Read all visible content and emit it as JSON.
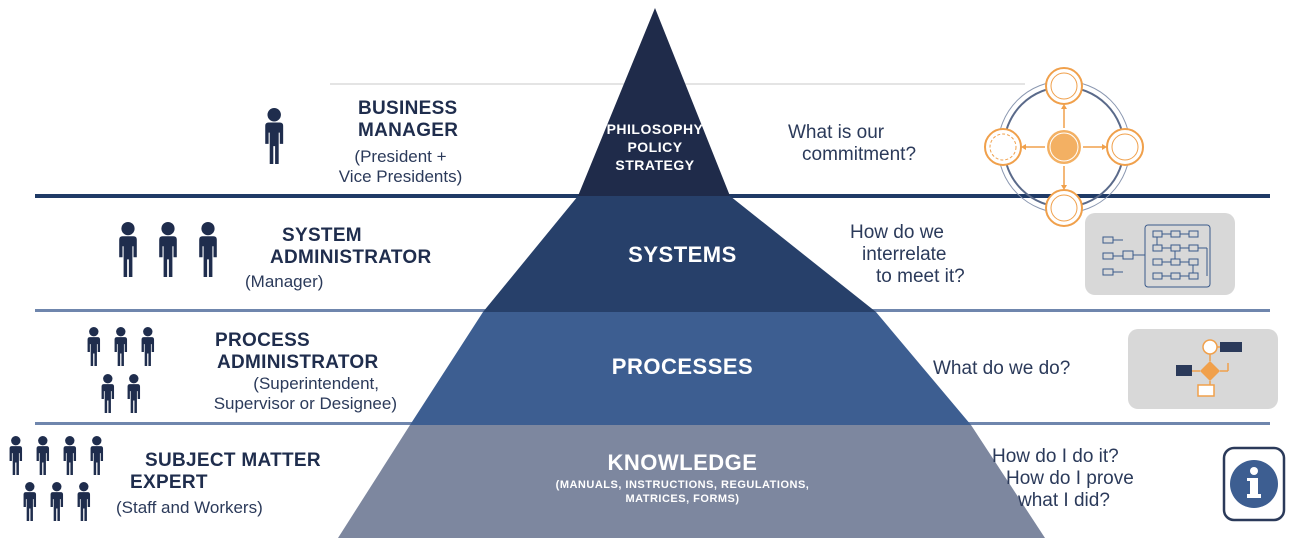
{
  "levels": [
    {
      "role_title_lines": [
        "BUSINESS",
        "MANAGER"
      ],
      "role_sub_lines": [
        "(President +",
        "Vice Presidents)"
      ],
      "tier_lines": [
        "PHILOSOPHY",
        "POLICY",
        "STRATEGY"
      ],
      "question_lines": [
        "What is our",
        "commitment?"
      ],
      "people_count": 1,
      "illustration": "cycle-diagram-icon"
    },
    {
      "role_title_lines": [
        "SYSTEM",
        "ADMINISTRATOR"
      ],
      "role_sub_lines": [
        "(Manager)"
      ],
      "tier_lines": [
        "SYSTEMS"
      ],
      "question_lines": [
        "How do we",
        "interrelate",
        "to meet it?"
      ],
      "people_count": 3,
      "illustration": "system-map-icon"
    },
    {
      "role_title_lines": [
        "PROCESS",
        "ADMINISTRATOR"
      ],
      "role_sub_lines": [
        "(Superintendent,",
        "Supervisor or Designee)"
      ],
      "tier_lines": [
        "PROCESSES"
      ],
      "question_lines": [
        "What do we do?"
      ],
      "people_count": 5,
      "illustration": "flowchart-icon"
    },
    {
      "role_title_lines": [
        "SUBJECT MATTER",
        "EXPERT"
      ],
      "role_sub_lines": [
        "(Staff and Workers)"
      ],
      "tier_lines": [
        "KNOWLEDGE"
      ],
      "tier_sub_lines": [
        "(MANUALS, INSTRUCTIONS, REGULATIONS,",
        "MATRICES, FORMS)"
      ],
      "question_lines": [
        "How do I do it?",
        "How do I prove",
        "what I did?"
      ],
      "people_count": 7,
      "illustration": "info-icon"
    }
  ],
  "colors": {
    "tier1": "#1f2b4a",
    "tier2": "#27406a",
    "tier3": "#3d5e91",
    "tier4": "#7d879f",
    "divider": "#1f3a66",
    "person": "#1f2d4d",
    "accent_orange": "#f0a04b"
  }
}
